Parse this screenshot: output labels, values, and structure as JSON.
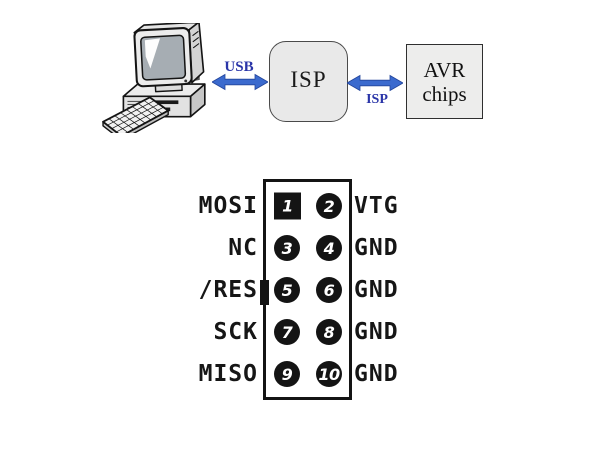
{
  "overview": {
    "computer_icon": "desktop-computer",
    "usb_label": "USB",
    "isp_box_label": "ISP",
    "isp_arrow_label": "ISP",
    "avr_box_line1": "AVR",
    "avr_box_line2": "chips"
  },
  "pinout": {
    "rows": [
      {
        "left": "MOSI",
        "pin_left": "1",
        "pin_right": "2",
        "right": "VTG"
      },
      {
        "left": "NC",
        "pin_left": "3",
        "pin_right": "4",
        "right": "GND"
      },
      {
        "left": "/RES",
        "pin_left": "5",
        "pin_right": "6",
        "right": "GND"
      },
      {
        "left": "SCK",
        "pin_left": "7",
        "pin_right": "8",
        "right": "GND"
      },
      {
        "left": "MISO",
        "pin_left": "9",
        "pin_right": "10",
        "right": "GND"
      }
    ]
  },
  "colors": {
    "arrow_blue": "#3b6ace",
    "link_label_blue": "#2a35a8",
    "pin_black": "#141414",
    "isp_box_fill": "#e9e9e9",
    "avr_box_fill": "#ededec"
  }
}
